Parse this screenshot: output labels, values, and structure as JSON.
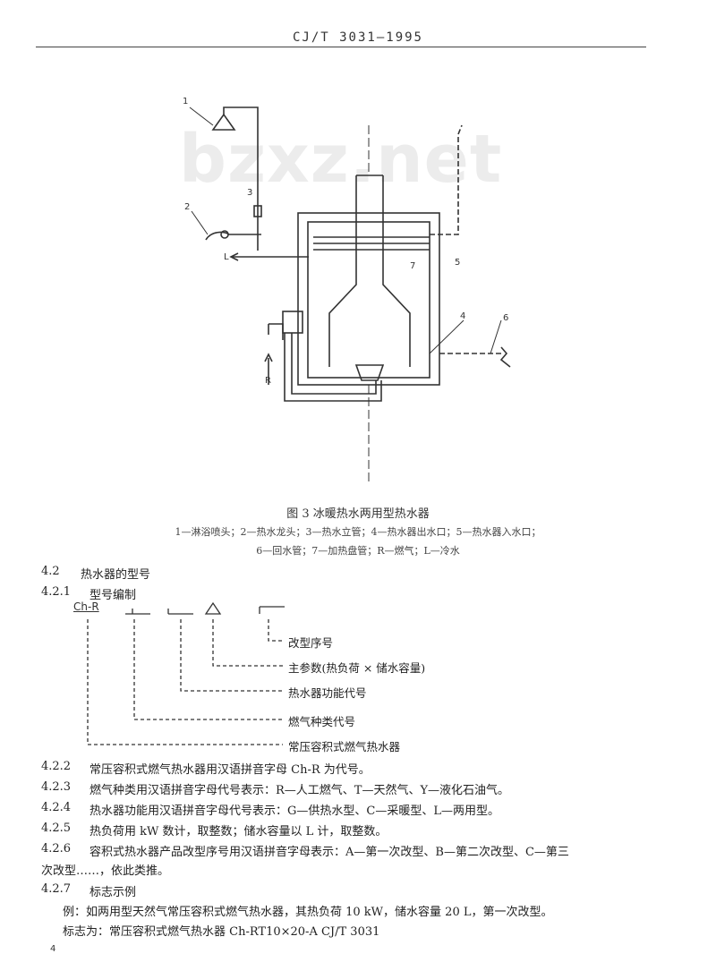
{
  "header": {
    "standard_code": "CJ/T 3031—1995"
  },
  "watermark": "bzxz.net",
  "figure": {
    "callouts": {
      "n1": "1",
      "n2": "2",
      "n3": "3",
      "n4": "4",
      "n5": "5",
      "n6": "6",
      "n7": "7",
      "L": "L",
      "R": "R"
    },
    "caption": "图 3  冰暖热水两用型热水器",
    "legend_line1": "1—淋浴喷头；2—热水龙头；3—热水立管；4—热水器出水口；5—热水器入水口；",
    "legend_line2": "6—回水管；7—加热盘管；R—燃气；L—冷水"
  },
  "section_4_2": {
    "number": "4.2",
    "title": "热水器的型号"
  },
  "section_4_2_1": {
    "number": "4.2.1",
    "title": "型号编制"
  },
  "model_diagram": {
    "prefix": "Ch-R",
    "labels": {
      "l1": "改型序号",
      "l2": "主参数(热负荷 × 储水容量)",
      "l3": "热水器功能代号",
      "l4": "燃气种类代号",
      "l5": "常压容积式燃气热水器"
    }
  },
  "paragraphs": [
    {
      "number": "4.2.2",
      "text": "常压容积式燃气热水器用汉语拼音字母 Ch-R 为代号。"
    },
    {
      "number": "4.2.3",
      "text": "燃气种类用汉语拼音字母代号表示：R—人工燃气、T—天然气、Y—液化石油气。"
    },
    {
      "number": "4.2.4",
      "text": "热水器功能用汉语拼音字母代号表示：G—供热水型、C—采暖型、L—两用型。"
    },
    {
      "number": "4.2.5",
      "text": "热负荷用 kW 数计，取整数；储水容量以 L 计，取整数。"
    },
    {
      "number": "4.2.6",
      "text": "容积式热水器产品改型序号用汉语拼音字母表示：A—第一次改型、B—第二次改型、C—第三"
    },
    {
      "number": "",
      "text": "次改型……，依此类推。"
    },
    {
      "number": "4.2.7",
      "text": "标志示例"
    }
  ],
  "example": {
    "line1": "例：如两用型天然气常压容积式燃气热水器，其热负荷 10 kW，储水容量 20 L，第一次改型。",
    "line2": "标志为：常压容积式燃气热水器   Ch-RT10×20-A   CJ/T 3031"
  },
  "page_number": "4"
}
